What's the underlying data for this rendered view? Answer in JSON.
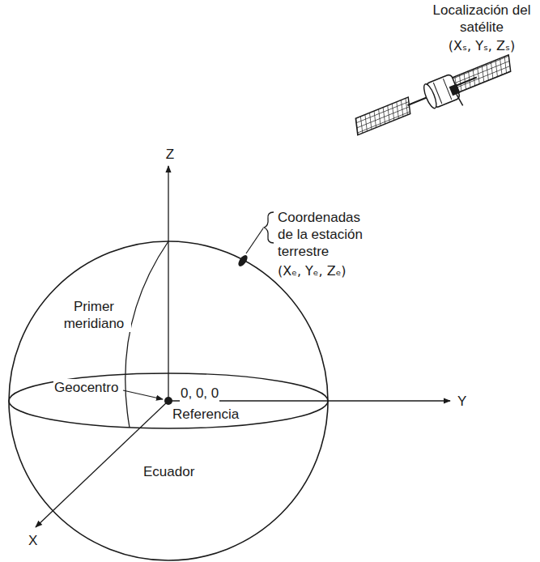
{
  "diagram": {
    "labels": [
      "Localización del satélite",
      "(Xₛ, Yₛ, Zₛ)",
      "Z",
      "Coordenadas de la estación terrestre",
      "(Xₑ, Yₑ, Zₑ)",
      "Primer meridiano",
      "Geocentro",
      "0, 0, 0",
      "Y",
      "Referencia",
      "Ecuador",
      "X"
    ]
  }
}
